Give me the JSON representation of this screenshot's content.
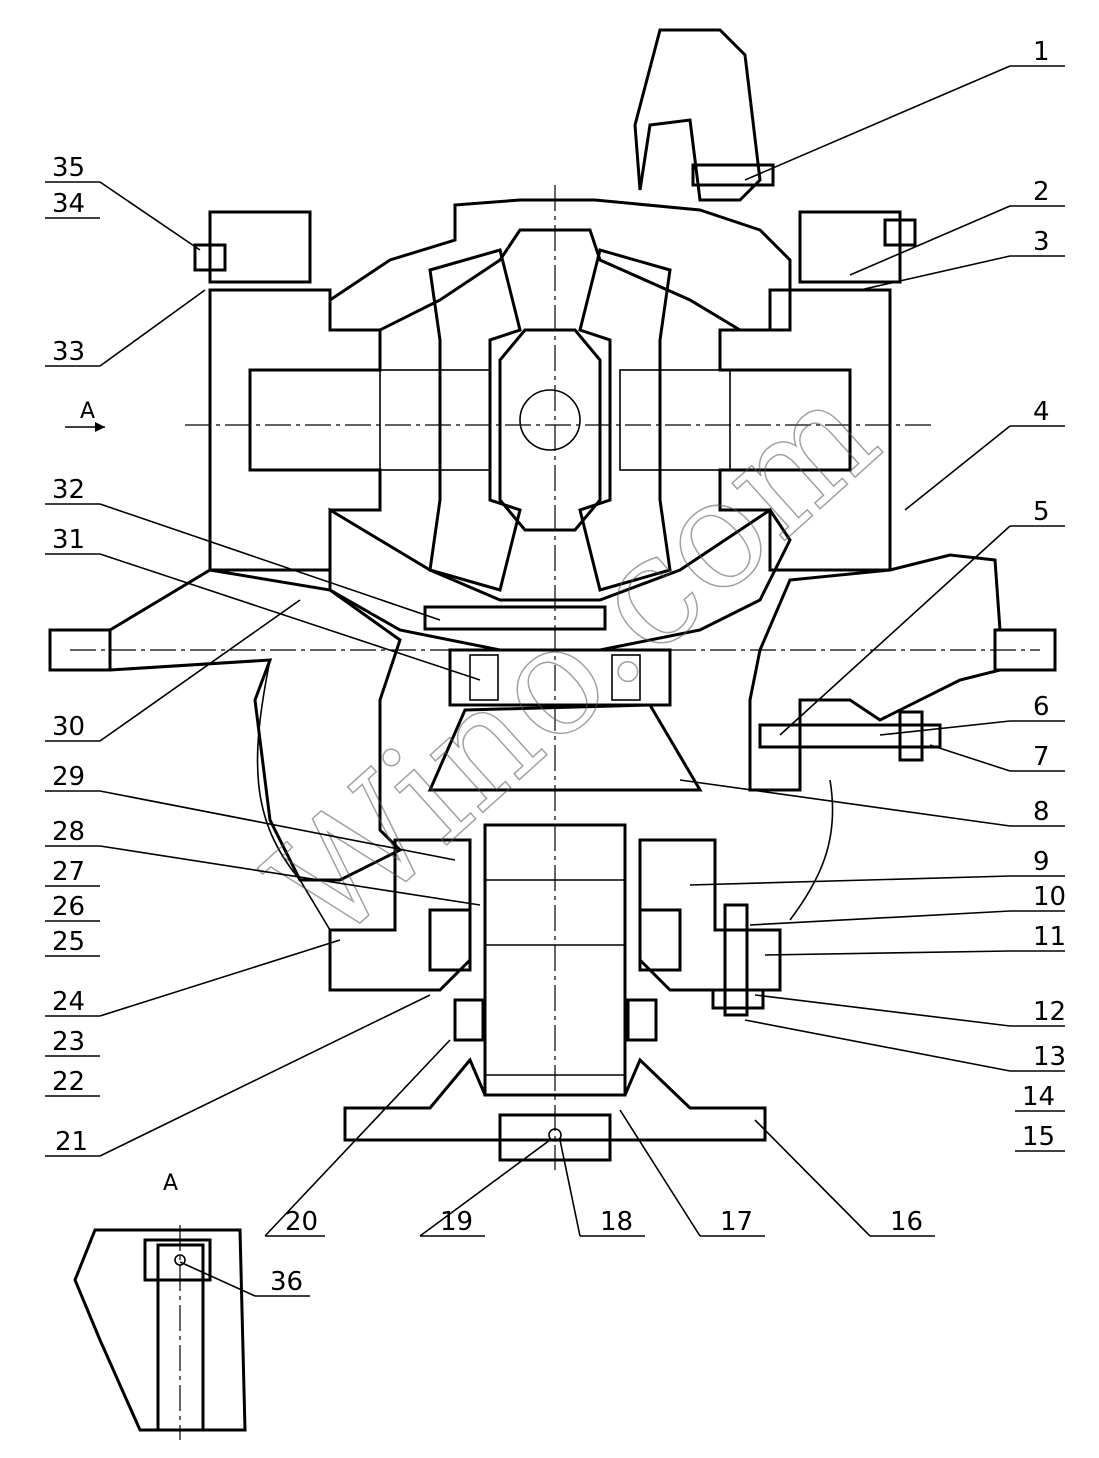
{
  "drawing": {
    "view_arrow_label": "A",
    "section_view_label": "A",
    "watermark": "Wino.com",
    "callouts": [
      {
        "id": "1",
        "text": "1"
      },
      {
        "id": "2",
        "text": "2"
      },
      {
        "id": "3",
        "text": "3"
      },
      {
        "id": "4",
        "text": "4"
      },
      {
        "id": "5",
        "text": "5"
      },
      {
        "id": "6",
        "text": "6"
      },
      {
        "id": "7",
        "text": "7"
      },
      {
        "id": "8",
        "text": "8"
      },
      {
        "id": "9",
        "text": "9"
      },
      {
        "id": "10",
        "text": "10"
      },
      {
        "id": "11",
        "text": "11"
      },
      {
        "id": "12",
        "text": "12"
      },
      {
        "id": "13",
        "text": "13"
      },
      {
        "id": "14",
        "text": "14"
      },
      {
        "id": "15",
        "text": "15"
      },
      {
        "id": "16",
        "text": "16"
      },
      {
        "id": "17",
        "text": "17"
      },
      {
        "id": "18",
        "text": "18"
      },
      {
        "id": "19",
        "text": "19"
      },
      {
        "id": "20",
        "text": "20"
      },
      {
        "id": "21",
        "text": "21"
      },
      {
        "id": "22",
        "text": "22"
      },
      {
        "id": "23",
        "text": "23"
      },
      {
        "id": "24",
        "text": "24"
      },
      {
        "id": "25",
        "text": "25"
      },
      {
        "id": "26",
        "text": "26"
      },
      {
        "id": "27",
        "text": "27"
      },
      {
        "id": "28",
        "text": "28"
      },
      {
        "id": "29",
        "text": "29"
      },
      {
        "id": "30",
        "text": "30"
      },
      {
        "id": "31",
        "text": "31"
      },
      {
        "id": "32",
        "text": "32"
      },
      {
        "id": "33",
        "text": "33"
      },
      {
        "id": "34",
        "text": "34"
      },
      {
        "id": "35",
        "text": "35"
      },
      {
        "id": "36",
        "text": "36"
      }
    ]
  }
}
